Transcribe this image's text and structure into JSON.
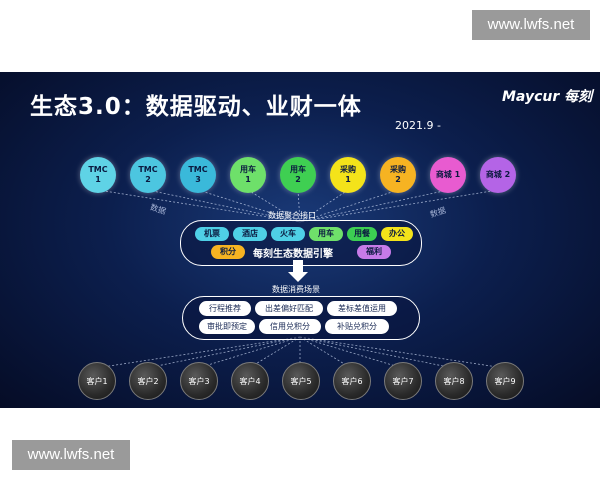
{
  "watermark": "www.lwfs.net",
  "slide": {
    "title": "生态3.0：数据驱动、业财一体",
    "logo": "Maycur 每刻",
    "date": "2021.9 -",
    "top_nodes": [
      {
        "label": "TMC\n1",
        "color": "#5fd3e6"
      },
      {
        "label": "TMC\n2",
        "color": "#4cc6e0"
      },
      {
        "label": "TMC\n3",
        "color": "#3ab9da"
      },
      {
        "label": "用车\n1",
        "color": "#6ee06a"
      },
      {
        "label": "用车\n2",
        "color": "#3fcf52"
      },
      {
        "label": "采购\n1",
        "color": "#f4e31a"
      },
      {
        "label": "采购\n2",
        "color": "#f6b322"
      },
      {
        "label": "商城 1",
        "color": "#e85bd0"
      },
      {
        "label": "商城 2",
        "color": "#b464e6"
      }
    ],
    "data_left": "数据",
    "data_right": "数据",
    "interface_label": "数据聚合接口",
    "chips": [
      {
        "label": "机票",
        "color": "#4fd0e6"
      },
      {
        "label": "酒店",
        "color": "#4fd0e6"
      },
      {
        "label": "火车",
        "color": "#4fd0e6"
      },
      {
        "label": "用车",
        "color": "#6fe06a"
      },
      {
        "label": "用餐",
        "color": "#3ccf52"
      },
      {
        "label": "办公",
        "color": "#f4e31a"
      },
      {
        "label": "积分",
        "color": "#f6b322"
      },
      {
        "label": "福利",
        "color": "#c77be8"
      }
    ],
    "engine_label": "每刻生态数据引擎",
    "scenario_label": "数据消费场景",
    "scenarios": [
      "行程推荐",
      "出差偏好匹配",
      "差标差值运用",
      "审批即预定",
      "信用兑积分",
      "补贴兑积分"
    ],
    "customers": [
      "客户1",
      "客户2",
      "客户3",
      "客户4",
      "客户5",
      "客户6",
      "客户7",
      "客户8",
      "客户9"
    ]
  }
}
